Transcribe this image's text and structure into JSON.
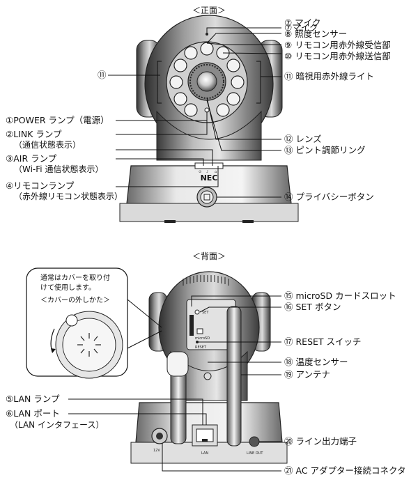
{
  "front": {
    "title": "＜正面＞",
    "logo": "NEC",
    "callouts": [
      {
        "num": "⑦",
        "text": "マイク"
      },
      {
        "num": "⑧",
        "text": "照度センサー"
      },
      {
        "num": "⑨",
        "text": "リモコン用赤外線受信部"
      },
      {
        "num": "⑩",
        "text": "リモコン用赤外線送信部"
      },
      {
        "num": "⑪",
        "text": "暗視用赤外線ライト"
      },
      {
        "num": "⑫",
        "text": "レンズ"
      },
      {
        "num": "⑬",
        "text": "ピント調節リング"
      },
      {
        "num": "⑭",
        "text": "プライバシーボタン"
      }
    ],
    "left_callouts": [
      {
        "num": "⑪",
        "text": ""
      },
      {
        "num": "①",
        "text": "POWER ランプ（電源）",
        "sub": ""
      },
      {
        "num": "②",
        "text": "LINK ランプ",
        "sub": "（通信状態表示）"
      },
      {
        "num": "③",
        "text": "AIR ランプ",
        "sub": "（Wi-Fi 通信状態表示）"
      },
      {
        "num": "④",
        "text": "リモコンランプ",
        "sub": "（赤外線リモコン状態表示）"
      }
    ]
  },
  "back": {
    "title": "＜背面＞",
    "note_line1": "通常はカバーを取り付",
    "note_line2": "けて使用します。",
    "note_line3": "＜カバーの外しかた＞",
    "panel_labels": {
      "set": "SET",
      "microsd": "microSD",
      "reset": "RESET",
      "lan": "LAN",
      "lineout": "LINE OUT",
      "dc": "12V"
    },
    "callouts": [
      {
        "num": "⑮",
        "text": "microSD カードスロット"
      },
      {
        "num": "⑯",
        "text": "SET ボタン"
      },
      {
        "num": "⑰",
        "text": "RESET スイッチ"
      },
      {
        "num": "⑱",
        "text": "温度センサー"
      },
      {
        "num": "⑲",
        "text": "アンテナ"
      },
      {
        "num": "⑳",
        "text": "ライン出力端子"
      },
      {
        "num": "㉑",
        "text": "AC アダプター接続コネクタ"
      }
    ],
    "left_callouts": [
      {
        "num": "⑤",
        "text": "LAN ランプ",
        "sub": ""
      },
      {
        "num": "⑥",
        "text": "LAN ポート",
        "sub": "（LAN インタフェース）"
      }
    ]
  }
}
